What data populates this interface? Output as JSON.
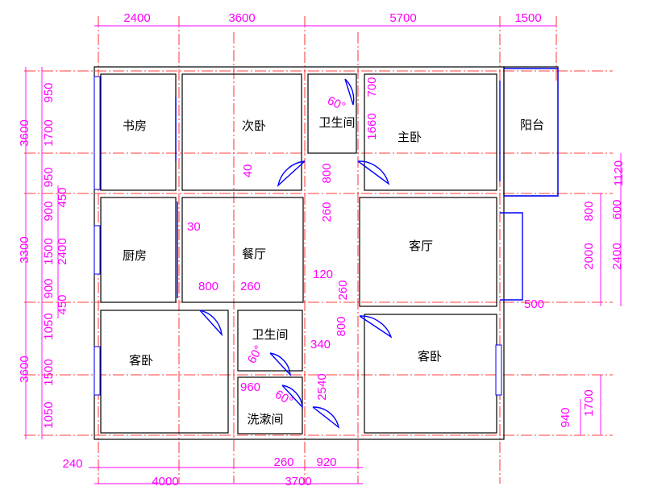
{
  "colors": {
    "walls": "#000000",
    "axes": "#ff0000",
    "dimensions": "#ff00ff",
    "doors_windows": "#0000ff"
  },
  "rooms": [
    "书房",
    "次卧",
    "卫生间",
    "主卧",
    "阳台",
    "厨房",
    "餐厅",
    "客厅",
    "客卧",
    "卫生间",
    "洗漱间",
    "客卧"
  ],
  "dims_top": [
    "2400",
    "3600",
    "5700",
    "1500"
  ],
  "dims_bottom": [
    "240",
    "4000",
    "3700",
    "260",
    "920"
  ],
  "dims_left_outer": [
    "3600",
    "3300",
    "3600"
  ],
  "dims_left_inner": [
    "950",
    "1700",
    "950",
    "900",
    "1500",
    "900",
    "1050",
    "1500",
    "1050"
  ],
  "dims_left_mid": [
    "450",
    "2400",
    "450"
  ],
  "dims_right": [
    "1120",
    "800",
    "600",
    "2000",
    "2400",
    "940",
    "1700"
  ],
  "dims_interior": [
    "700",
    "1660",
    "40",
    "800",
    "260",
    "30",
    "800",
    "260",
    "120",
    "260",
    "800",
    "340",
    "960",
    "2540",
    "500"
  ],
  "angles": [
    "60°",
    "60°",
    "60°"
  ]
}
